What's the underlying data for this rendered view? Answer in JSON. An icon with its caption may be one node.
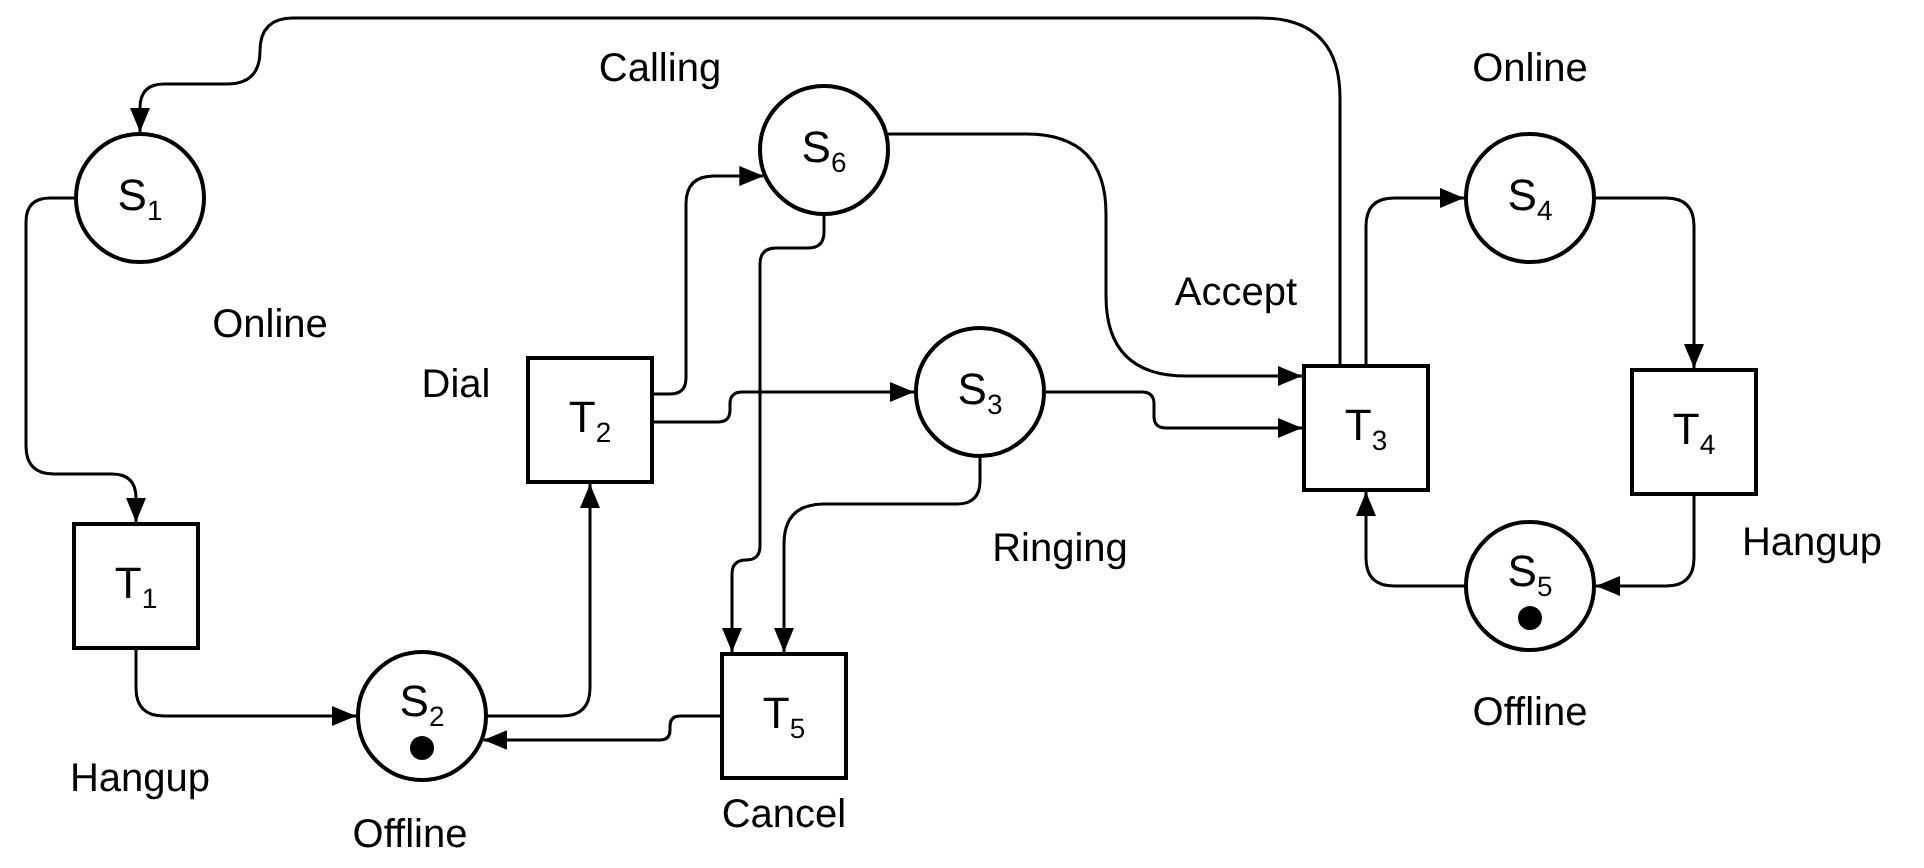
{
  "diagram": {
    "nodes": [
      {
        "text": [
          "S$_{1}$"
        ],
        "beside": [
          "Online"
        ]
      },
      {
        "text": [
          "S$_{6}$"
        ],
        "beside": [
          "Calling"
        ]
      },
      {
        "text": [
          "S$_{4}$"
        ],
        "beside": [
          "Online"
        ]
      },
      {
        "text": [
          "T$_{2}$"
        ],
        "beside": [
          "Dial"
        ]
      },
      {
        "text": [
          "S$_{3}$"
        ],
        "beside": [
          "Ringing"
        ]
      },
      {
        "text": [
          "T$_{3}$"
        ],
        "beside": [
          "Accept"
        ]
      },
      {
        "text": [
          "T$_{4}$"
        ],
        "beside": [
          "Hangup"
        ]
      },
      {
        "text": [
          "T$_{1}$"
        ],
        "beside": [
          "Hangup"
        ]
      },
      {
        "text": [
          "S$_{2}$"
        ],
        "beside": [
          "Offline"
        ]
      },
      {
        "text": [
          "T$_{5}$"
        ],
        "beside": [
          "Cancel"
        ]
      },
      {
        "text": [
          "S$_{5}$"
        ],
        "beside": [
          "Offline"
        ]
      }
    ],
    "edges": [
      {
        "from": 5,
        "to": 0,
        "arrow": "to"
      },
      {
        "from": 0,
        "to": 7,
        "arrow": "to"
      },
      {
        "from": 7,
        "to": 8,
        "arrow": "to"
      },
      {
        "from": 8,
        "to": 3,
        "arrow": "to"
      },
      {
        "from": 3,
        "to": 1,
        "arrow": "to"
      },
      {
        "from": 3,
        "to": 4,
        "arrow": "to"
      },
      {
        "from": 1,
        "to": 9,
        "arrow": "to"
      },
      {
        "from": 4,
        "to": 9,
        "arrow": "to"
      },
      {
        "from": 9,
        "to": 8,
        "arrow": "to"
      },
      {
        "from": 1,
        "to": 5,
        "arrow": "to"
      },
      {
        "from": 4,
        "to": 5,
        "arrow": "to"
      },
      {
        "from": 5,
        "to": 2,
        "arrow": "to"
      },
      {
        "from": 2,
        "to": 6,
        "arrow": "to"
      },
      {
        "from": 6,
        "to": 10,
        "arrow": "to"
      },
      {
        "from": 10,
        "to": 5,
        "arrow": "to"
      }
    ]
  }
}
